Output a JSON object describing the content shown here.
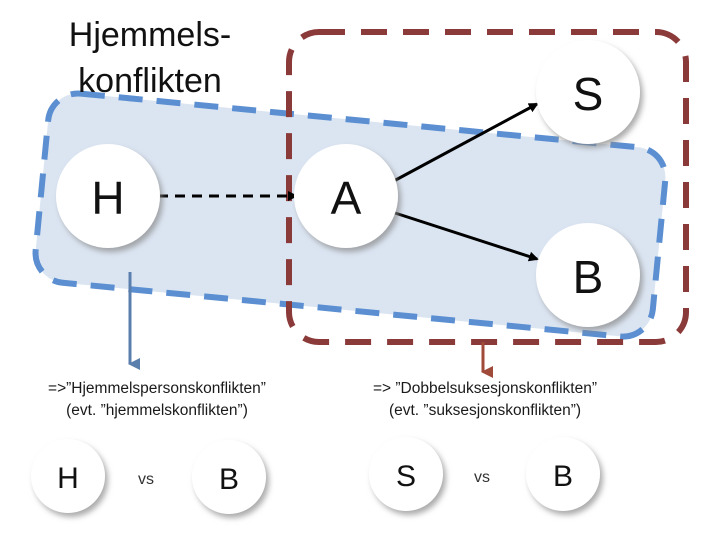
{
  "title_lines": [
    "Hjemmels-",
    "konflikten"
  ],
  "nodes": {
    "H": "H",
    "A": "A",
    "S": "S",
    "B": "B"
  },
  "notes": {
    "left": [
      "=>”Hjemmelspersonskonflikten”",
      "(evt. ”hjemmelskonflikten”)"
    ],
    "right": [
      "=> ”Dobbelsuksesjonskonflikten”",
      "(evt. ”suksesjonskonflikten”)"
    ]
  },
  "comparisons": {
    "left": {
      "a": "H",
      "vs": "vs",
      "b": "B"
    },
    "right": {
      "a": "S",
      "vs": "vs",
      "b": "B"
    }
  },
  "colors": {
    "blue_region_fill": "#dbe5f2",
    "blue_region_stroke": "#5b8fd1",
    "red_region_stroke": "#8b3a3a",
    "blue_connector": "#5b7fad",
    "red_connector": "#a04a3a",
    "node_fill": "#ffffff",
    "node_shadow": "#9a9a9a",
    "arrow": "#000000"
  }
}
